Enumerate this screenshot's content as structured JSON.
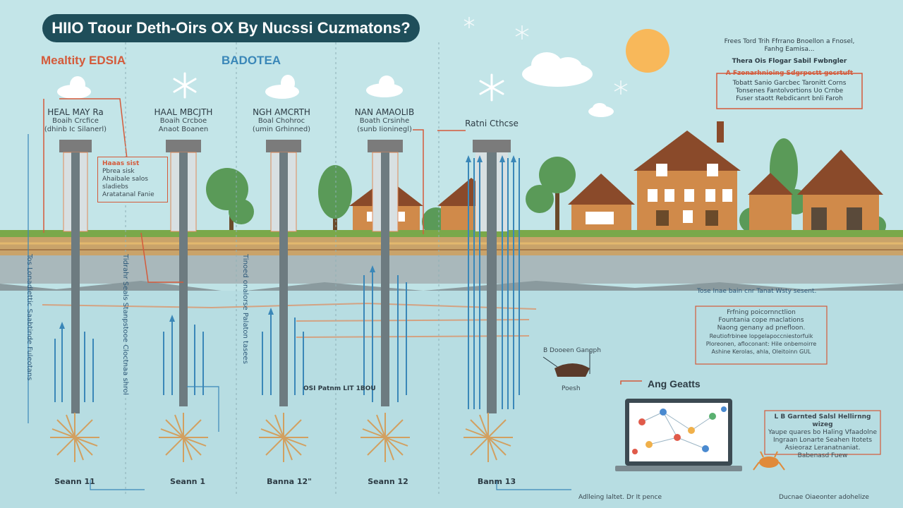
{
  "title": "HIIO Tɑour Dеth-Oirs OX By Nucssi Cuzmatons?",
  "sections": {
    "left": "Mealtity EDSIA",
    "middle": "BADOTEA"
  },
  "columns": [
    {
      "title": "HEAL MAY Ra",
      "sub1": "Boaih Crcfice",
      "sub2": "(dhinb Ic Silanerl)",
      "footer": "Seann 11"
    },
    {
      "title": "HAAL MBCJTH",
      "sub1": "Boaih Crcboe",
      "sub2": "Anaot Boanen",
      "footer": "Seann 1"
    },
    {
      "title": "NGH AMCRTH",
      "sub1": "Boal Chohroc",
      "sub2": "(umin Grhinned)",
      "footer": "Banna 12\""
    },
    {
      "title": "NAN AMAOLIB",
      "sub1": "Boath Crsinhe",
      "sub2": "(sunb Iioninegl)",
      "footer": "Seann 12"
    },
    {
      "title": "Ratni Cthcse",
      "sub1": "",
      "sub2": "",
      "footer": "Banm 13"
    }
  ],
  "callout_left": {
    "l1": "Haaas sist",
    "l2": "Pbrea sisk",
    "l3": "Ahaibale salos",
    "l4": "sladiebs",
    "l5": "Aratatanal Fanie"
  },
  "vertical_labels": [
    "Tos Lonadlettic Saabtinde Fuleotans",
    "Tidrahr Seals Stanpstooe Cloctnaa shrol",
    "Tinoed onalorse Palaton tasees"
  ],
  "depth_label": "OSI Patnm LIT 1BOU",
  "right_top": {
    "line1": "Frees Tord Trih Ffrrano Bnoellon a Fnosel,",
    "line2": "Fanhg Eamisa...",
    "line3": "Thera Ois Flogar Sabil Fwbngler",
    "line4": "A  Fzonarhnioing Sdgrpectt gecrtuft",
    "line5": "Tobatt Sanio Garcbec Taronitt Corns",
    "line6": "Tonsenes Fantolvortions Uo Crnbe",
    "line7": "Fuser staott Rebdicanrt bnli Faroh"
  },
  "ground_note": "Tose Inae bain cnr Tanat Wsty sesent.",
  "right_mid": {
    "l1": "Frfning poicornnctlion",
    "l2": "Fountania cope maclations",
    "l3": "Naong genany ad pnefloon.",
    "l4": "Reutiofrbinee lopgelapoccniestorfuik",
    "l5": "Ploreonen, afloconant: Hile onbemoirre",
    "l6": "Ashine Kerolas, ahla, Oleitoinn GUL"
  },
  "probe_label": "B Dooeen Gangph",
  "probe_sub": "Poesh",
  "arrow_label": "Ang Geatts",
  "bottom_right_box": {
    "l1": "L B Garnted Salsl Hellirnng wizeg",
    "l2": "Yaupe quares bo Haling Vfaadolne",
    "l3": "Ingraan Lonarte Seahen Itotets",
    "l4": "Asieoraz Leranatnaniat.",
    "l5": "Babenasd Fuew"
  },
  "footer_left": "Adlleing Ialtet. Dr It pence",
  "footer_right": "Ducnae Oiaeonter adohelize",
  "colors": {
    "title_bg": "#1f4e5a",
    "accent_red": "#d45a3a",
    "accent_blue": "#3a87b8",
    "sky": "#bfe3e6",
    "ground": "#7aa84a",
    "soil": "#d8a05a",
    "brick": "#d08a4a",
    "roof": "#8a4a2a",
    "sun": "#f8b85a"
  }
}
